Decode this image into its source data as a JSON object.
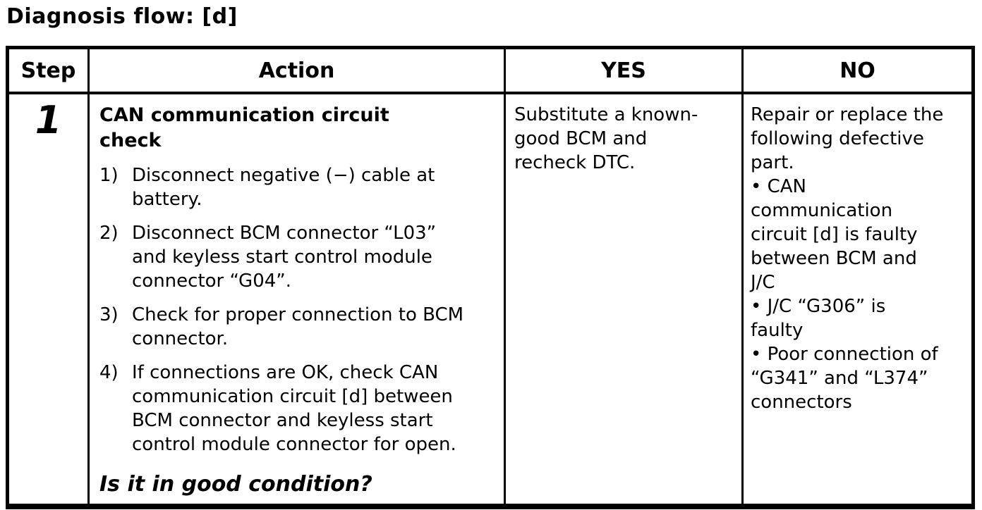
{
  "title": "Diagnosis flow: [d]",
  "table": {
    "headers": {
      "step": "Step",
      "action": "Action",
      "yes": "YES",
      "no": "NO"
    },
    "rows": [
      {
        "step": "1",
        "action": {
          "heading": "CAN communication circuit\ncheck",
          "steps": [
            {
              "num": "1)",
              "text": "Disconnect negative (−) cable at\nbattery."
            },
            {
              "num": "2)",
              "text": "Disconnect BCM connector “L03”\nand keyless start control module\nconnector “G04”."
            },
            {
              "num": "3)",
              "text": "Check for proper connection to BCM\nconnector."
            },
            {
              "num": "4)",
              "text": "If connections are OK, check CAN\ncommunication circuit [d] between\nBCM connector and keyless start\ncontrol module connector for open."
            }
          ],
          "question": "Is it in good condition?"
        },
        "yes": "Substitute a known-\ngood BCM and\nrecheck DTC.",
        "no": {
          "intro": "Repair or replace the\nfollowing defective\npart.",
          "bullet_char": "•",
          "bullets": [
            "CAN\ncommunication\ncircuit [d] is faulty\nbetween BCM and\nJ/C",
            "J/C “G306” is\nfaulty",
            "Poor connection of\n“G341” and “L374”\nconnectors"
          ]
        }
      }
    ]
  }
}
